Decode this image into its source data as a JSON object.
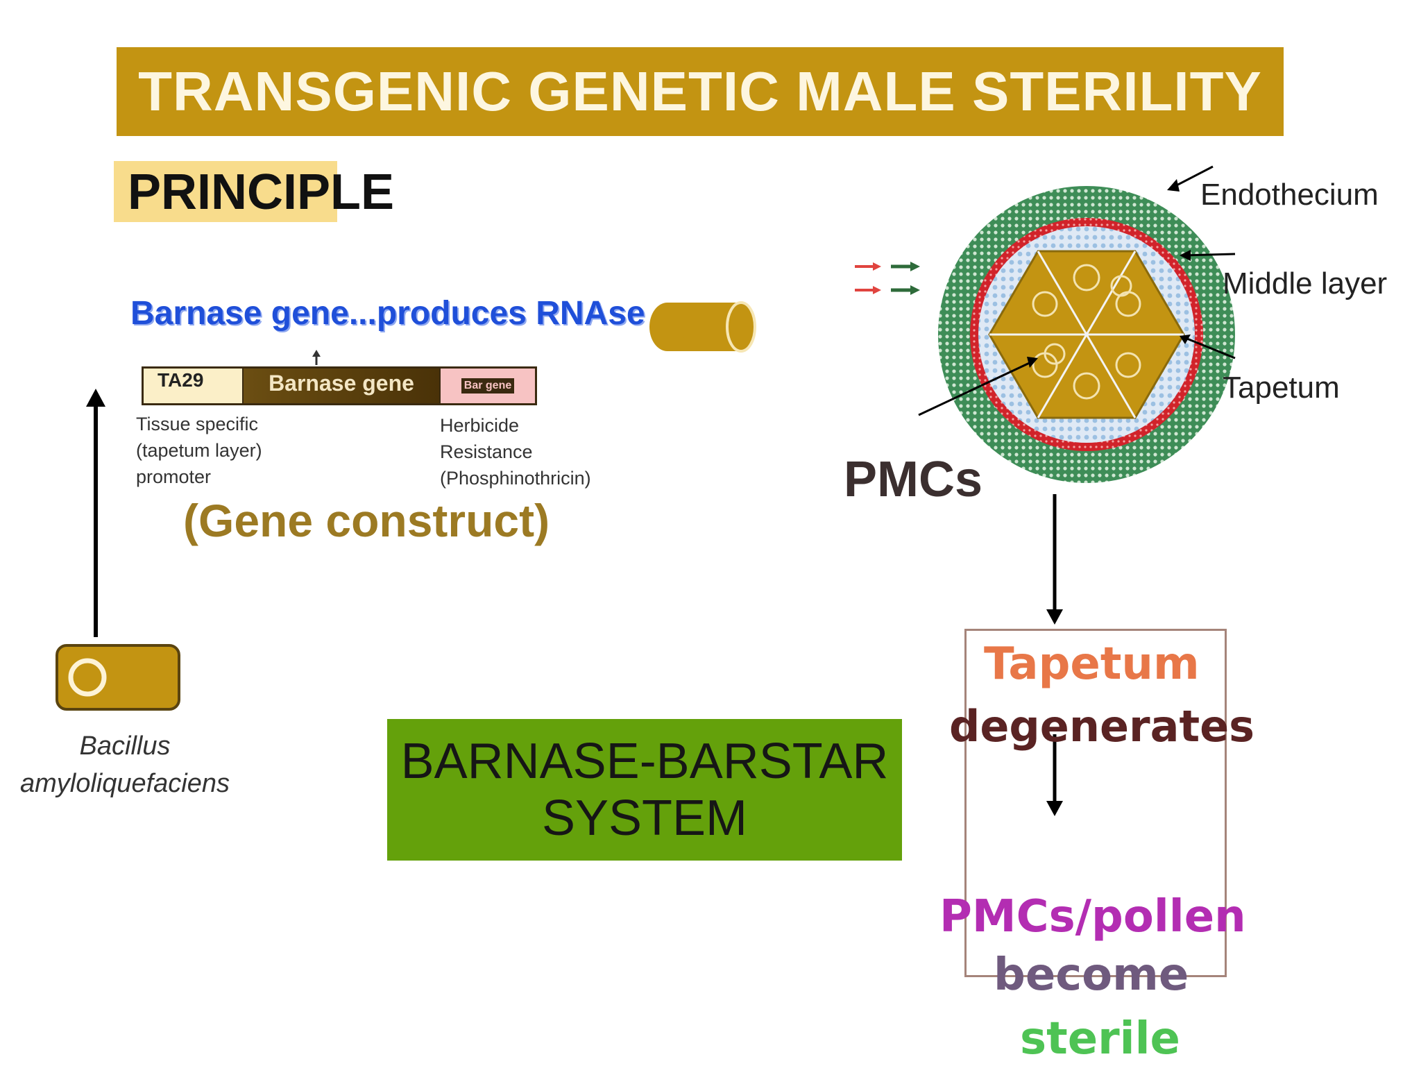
{
  "title": "TRANSGENIC GENETIC MALE STERILITY",
  "principle": "PRINCIPLE",
  "barnase_statement": "Barnase gene...produces RNAse",
  "gene_construct": {
    "promoter_label": "TA29",
    "gene_label": "Barnase gene",
    "marker_label": "Bar gene",
    "promoter_caption": [
      "Tissue specific",
      "(tapetum layer)",
      "promoter"
    ],
    "marker_caption": [
      "Herbicide",
      "Resistance",
      "(Phosphinothricin)"
    ],
    "label": "(Gene construct)"
  },
  "source_organism": [
    "Bacillus",
    "amyloliquefaciens"
  ],
  "system_label": [
    "BARNASE-BARSTAR",
    "SYSTEM"
  ],
  "anther": {
    "layers": [
      "Endothecium",
      "Middle layer",
      "Tapetum"
    ],
    "cells_label": "PMCs"
  },
  "outcome": {
    "line1": "Tapetum",
    "line2": "degenerates",
    "line3": "PMCs/pollen",
    "line4": "become",
    "line5": "sterile"
  },
  "colors": {
    "banner": "#c39412",
    "system_box": "#64a10b",
    "tapetum_ring": "#d1232a",
    "outer_ring": "#3e8d57",
    "pmc_fill": "#c39412",
    "arrow_red": "#e0443f",
    "arrow_green": "#2e6b3a"
  }
}
